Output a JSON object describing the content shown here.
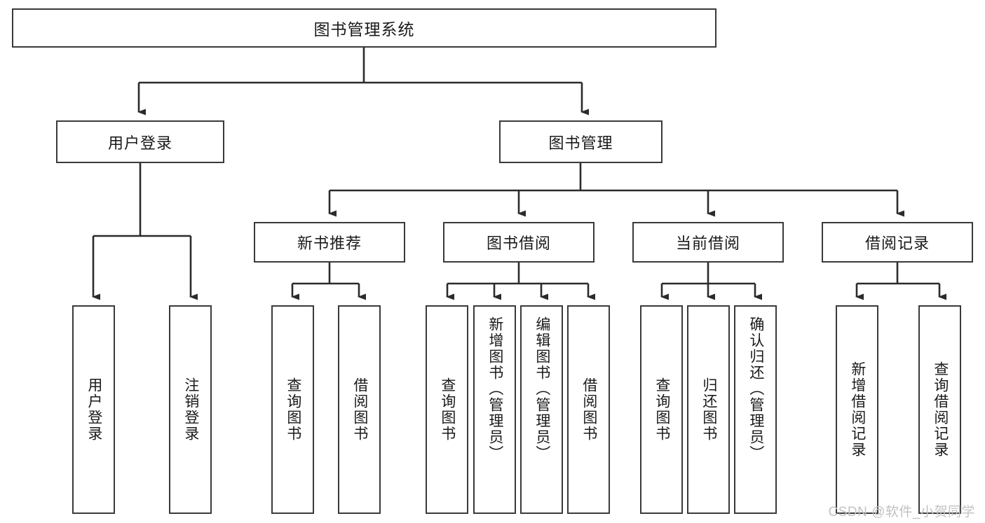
{
  "diagram": {
    "type": "tree",
    "title": "图书管理系统",
    "orientation": "top-down",
    "colors": {
      "box_border": "#3a3a3a",
      "box_fill": "#ffffff",
      "connector": "#2b2b2b",
      "text": "#1a1a1a",
      "watermark": "#c2c2c2"
    },
    "root": {
      "label": "图书管理系统"
    },
    "level2": [
      {
        "id": "user-login",
        "label": "用户登录"
      },
      {
        "id": "book-manage",
        "label": "图书管理"
      }
    ],
    "level3": [
      {
        "id": "new-book-recommend",
        "label": "新书推荐",
        "parent": "book-manage"
      },
      {
        "id": "book-borrow",
        "label": "图书借阅",
        "parent": "book-manage"
      },
      {
        "id": "current-borrow",
        "label": "当前借阅",
        "parent": "book-manage"
      },
      {
        "id": "borrow-record",
        "label": "借阅记录",
        "parent": "book-manage"
      }
    ],
    "leaves": [
      {
        "id": "leaf-user-login",
        "label": "用户登录",
        "parent": "user-login"
      },
      {
        "id": "leaf-logout-login",
        "label": "注销登录",
        "parent": "user-login"
      },
      {
        "id": "leaf-query-book-1",
        "label": "查询图书",
        "parent": "new-book-recommend"
      },
      {
        "id": "leaf-borrow-book-1",
        "label": "借阅图书",
        "parent": "new-book-recommend"
      },
      {
        "id": "leaf-query-book-2",
        "label": "查询图书",
        "parent": "book-borrow"
      },
      {
        "id": "leaf-add-book",
        "label": "新增图书（管理员）",
        "parent": "book-borrow"
      },
      {
        "id": "leaf-edit-book",
        "label": "编辑图书（管理员）",
        "parent": "book-borrow"
      },
      {
        "id": "leaf-borrow-book-2",
        "label": "借阅图书",
        "parent": "book-borrow"
      },
      {
        "id": "leaf-query-book-3",
        "label": "查询图书",
        "parent": "current-borrow"
      },
      {
        "id": "leaf-return-book",
        "label": "归还图书",
        "parent": "current-borrow"
      },
      {
        "id": "leaf-confirm-return",
        "label": "确认归还（管理员）",
        "parent": "current-borrow"
      },
      {
        "id": "leaf-add-record",
        "label": "新增借阅记录",
        "parent": "borrow-record"
      },
      {
        "id": "leaf-query-record",
        "label": "查询借阅记录",
        "parent": "borrow-record"
      }
    ],
    "watermark": "CSDN @软件_小贺同学"
  }
}
